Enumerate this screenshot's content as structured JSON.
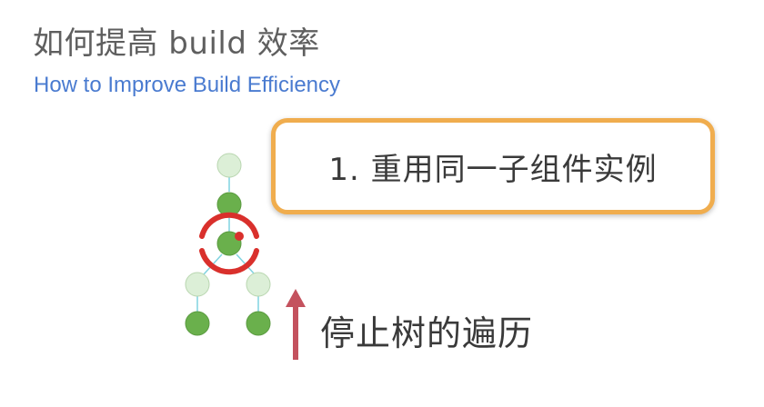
{
  "slide": {
    "title": "如何提高 build 效率",
    "subtitle": "How to Improve Build Efficiency",
    "callout_text": "1. 重用同一子组件实例",
    "stop_text": "停止树的遍历"
  },
  "icons": {
    "tree": "widget-tree-diagram-icon",
    "marker": "reuse-target-marker-icon",
    "arrow": "up-arrow-icon"
  },
  "colors": {
    "title": "#5f5f5f",
    "subtitle": "#4a7bd0",
    "callout_border": "#f0ad4e",
    "node_light": "#dcefd7",
    "node_dark": "#6ab04c",
    "edge": "#7fd3e0",
    "marker": "#d9302c",
    "arrow": "#c4525e"
  }
}
